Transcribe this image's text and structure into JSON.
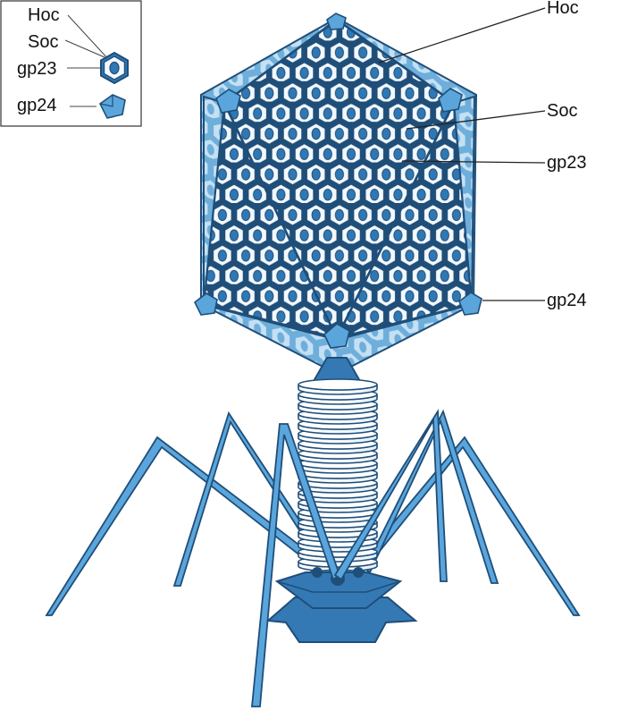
{
  "legend": {
    "items": [
      {
        "label": "Hoc"
      },
      {
        "label": "Soc"
      },
      {
        "label": "gp23"
      },
      {
        "label": "gp24"
      }
    ]
  },
  "labels": {
    "hoc": "Hoc",
    "soc": "Soc",
    "gp23": "gp23",
    "gp24": "gp24"
  },
  "colors": {
    "outline": "#1f4e79",
    "face_light": "#b8d8ef",
    "face_mid": "#8fc4e6",
    "face_dark": "#3a86c0",
    "protein_fill": "#f2f8fd",
    "protein_core": "#2f78b4",
    "tail_leg": "#5aa6dc",
    "baseplate": "#3579b4",
    "vertex": "#5aa6dc"
  }
}
